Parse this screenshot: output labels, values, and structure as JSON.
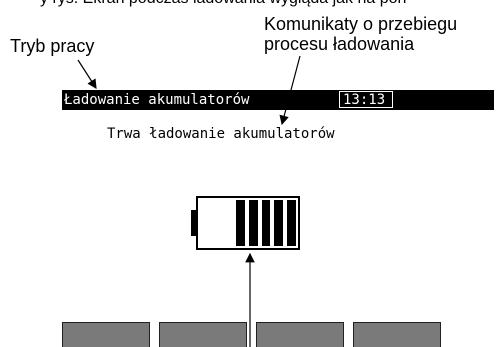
{
  "annotations": {
    "top_partial": "y rys. Ekran podczas ładowania wygląda jak na pon",
    "mode_label": "Tryb pracy",
    "message_label_line1": "Komunikaty o przebiegu",
    "message_label_line2": "procesu ładowania"
  },
  "screen": {
    "title": "Ładowanie akumulatorów",
    "clock": "13:13",
    "message": "Trwa ładowanie akumulatorów",
    "battery_cells": 5,
    "softkeys": [
      "",
      "",
      "",
      ""
    ]
  }
}
